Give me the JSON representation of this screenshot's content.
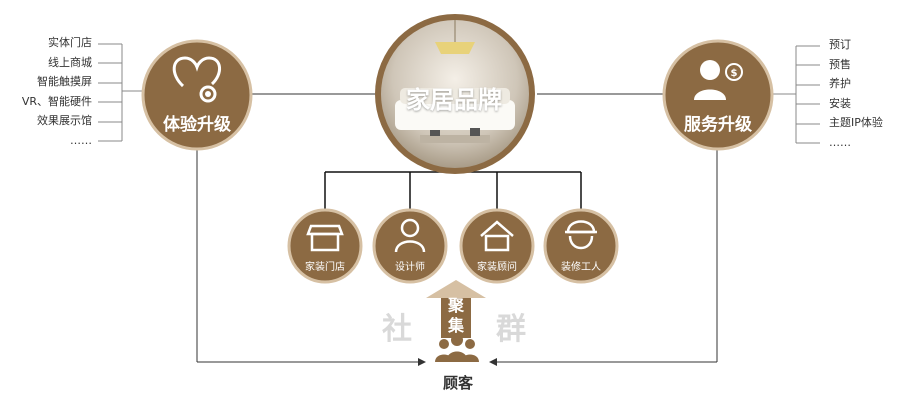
{
  "left_hub": {
    "label": "体验升级",
    "items": [
      "实体门店",
      "线上商城",
      "智能触摸屏",
      "VR、智能硬件",
      "效果展示馆",
      "……"
    ]
  },
  "center_hub": {
    "label": "家居品牌"
  },
  "right_hub": {
    "label": "服务升级",
    "items": [
      "预订",
      "预售",
      "养护",
      "安装",
      "主题IP体验",
      "……"
    ]
  },
  "channels": [
    {
      "label": "家装门店",
      "icon": "storefront-icon"
    },
    {
      "label": "设计师",
      "icon": "designer-icon"
    },
    {
      "label": "家装顾问",
      "icon": "house-icon"
    },
    {
      "label": "装修工人",
      "icon": "worker-helmet-icon"
    }
  ],
  "community": {
    "left_char": "社",
    "right_char": "群",
    "arrow_text": [
      "聚",
      "集"
    ]
  },
  "customer": {
    "label": "顾客",
    "icon": "people-group-icon"
  },
  "colors": {
    "brown": "#8c6a43",
    "light_brown": "#d6c0a3",
    "gray_text": "#d9d9d9",
    "line": "#333333"
  }
}
